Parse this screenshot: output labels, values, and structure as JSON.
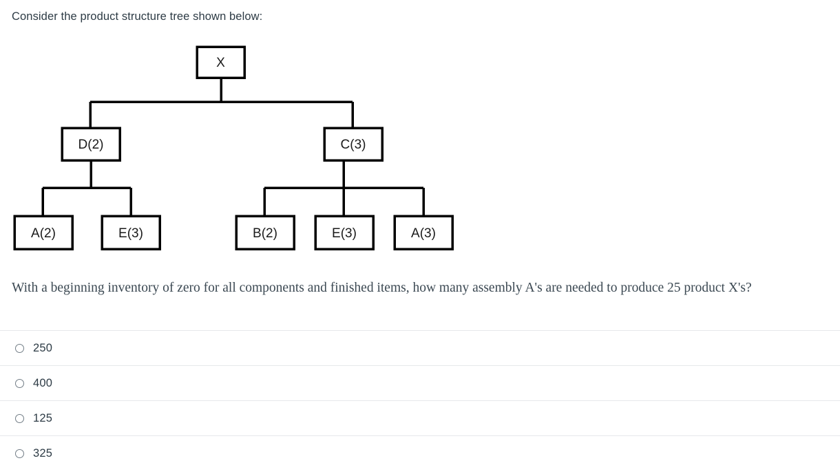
{
  "prompt": {
    "intro": "Consider the product structure tree shown below:",
    "question": "With a beginning inventory of zero for all components and finished items, how many assembly A's are needed to produce 25 product X's?"
  },
  "tree": {
    "root": {
      "label": "X"
    },
    "level2": [
      {
        "label": "D(2)"
      },
      {
        "label": "C(3)"
      }
    ],
    "level3_left": [
      {
        "label": "A(2)"
      },
      {
        "label": "E(3)"
      }
    ],
    "level3_right": [
      {
        "label": "B(2)"
      },
      {
        "label": "E(3)"
      },
      {
        "label": "A(3)"
      }
    ]
  },
  "options": [
    {
      "label": "250",
      "selected": false
    },
    {
      "label": "400",
      "selected": false
    },
    {
      "label": "125",
      "selected": false
    },
    {
      "label": "325",
      "selected": false
    }
  ],
  "colors": {
    "text": "#2d3b45",
    "question_text": "#3b4852",
    "diagram_stroke": "#000000",
    "divider": "#e6e8ea",
    "radio_border": "#717c85",
    "background": "#ffffff"
  }
}
